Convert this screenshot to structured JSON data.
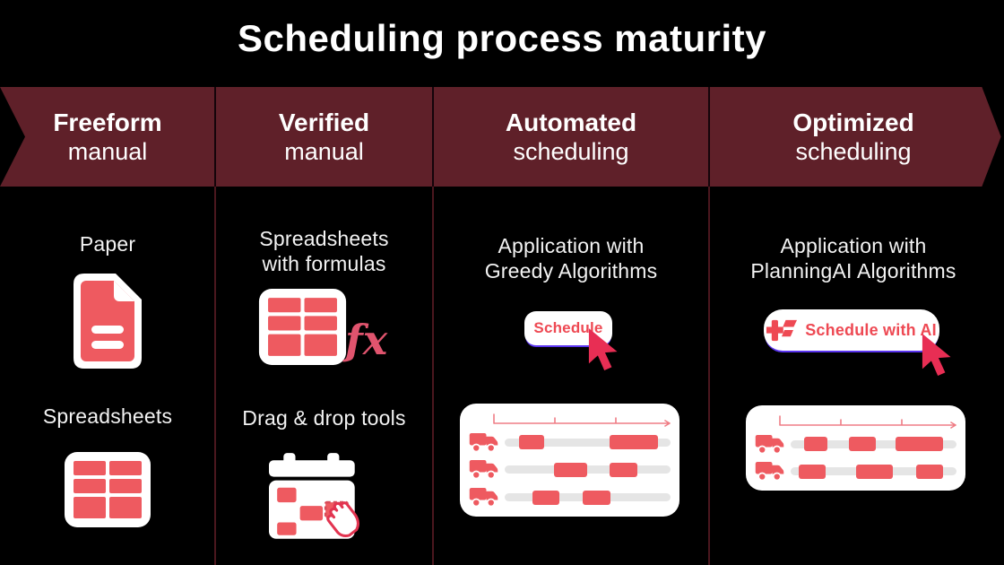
{
  "title": "Scheduling process maturity",
  "stages": [
    {
      "header": {
        "bold": "Freeform",
        "sub": "manual"
      },
      "items": {
        "first_label": "Paper",
        "second_label": "Spreadsheets"
      }
    },
    {
      "header": {
        "bold": "Verified",
        "sub": "manual"
      },
      "items": {
        "first_label_line1": "Spreadsheets",
        "first_label_line2": "with formulas",
        "formula_badge": "fx",
        "second_label": "Drag & drop tools"
      }
    },
    {
      "header": {
        "bold": "Automated",
        "sub": "scheduling"
      },
      "items": {
        "label_line1": "Application with",
        "label_line2": "Greedy Algorithms",
        "button_label": "Schedule"
      },
      "gantt": {
        "rows": [
          [
            [
              8.9,
              15.1
            ],
            [
              63.5,
              29.2
            ]
          ],
          [
            [
              29.7,
              19.8
            ],
            [
              63.5,
              16.7
            ]
          ],
          [
            [
              16.7,
              16.1
            ],
            [
              46.9,
              16.7
            ]
          ]
        ]
      }
    },
    {
      "header": {
        "bold": "Optimized",
        "sub": "scheduling"
      },
      "items": {
        "label_line1": "Application with",
        "label_line2": "PlanningAI Algorithms",
        "button_label": "Schedule with AI"
      },
      "gantt": {
        "rows": [
          [
            [
              7.9,
              14.2
            ],
            [
              35.3,
              15.8
            ],
            [
              63.2,
              28.9
            ]
          ],
          [
            [
              4.7,
              16.3
            ],
            [
              39.5,
              22.1
            ],
            [
              75.8,
              16.3
            ]
          ]
        ]
      }
    }
  ],
  "colors": {
    "background": "#000000",
    "banner_maroon": "#5f2029",
    "accent_coral": "#ee5a60",
    "cursor_red": "#e82e54",
    "button_text_red": "#ee4953",
    "button_edge_purple": "#5b35f0",
    "track_gray": "#e5e5e5"
  }
}
